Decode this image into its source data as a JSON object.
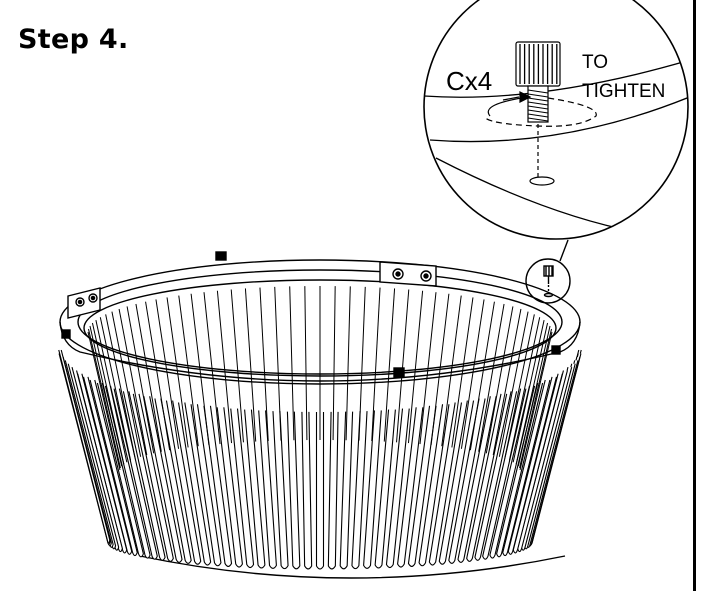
{
  "step": {
    "title": "Step 4."
  },
  "callout": {
    "quantity": "Cx4",
    "instruction_line1": "TO",
    "instruction_line2": "TIGHTEN",
    "part_icon": "thumb-screw-icon",
    "direction_icon": "clockwise-arrow-icon"
  },
  "colors": {
    "ink": "#000000",
    "paper": "#ffffff"
  }
}
